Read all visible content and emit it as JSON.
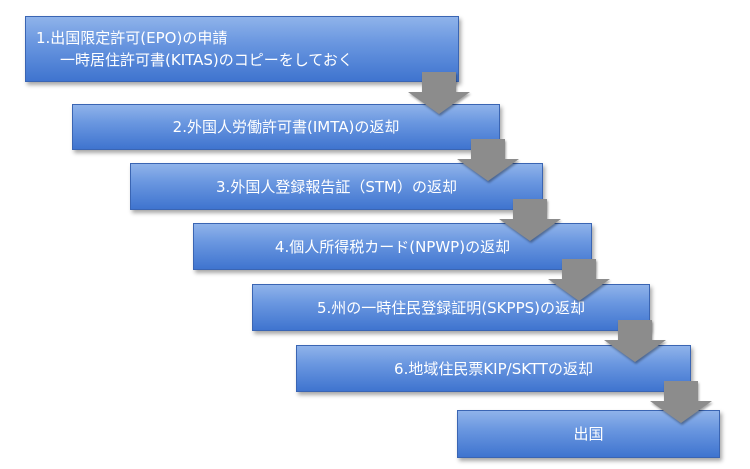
{
  "diagram": {
    "steps": [
      {
        "label_line1": "1.出国限定許可(EPO)の申請",
        "label_line2": "一時居住許可書(KITAS)のコピーをしておく"
      },
      {
        "label": "2.外国人労働許可書(IMTA)の返却"
      },
      {
        "label": "3.外国人登録報告証（STM）の返却"
      },
      {
        "label": "4.個人所得税カード(NPWP)の返却"
      },
      {
        "label": "5.州の一時住民登録証明(SKPPS)の返却"
      },
      {
        "label": "6.地域住民票KIP/SKTTの返却"
      },
      {
        "label": "出国"
      }
    ],
    "colors": {
      "box_top": "#8fb3ea",
      "box_bottom": "#3f74cf",
      "arrow": "#8c8c8c",
      "text": "#ffffff"
    }
  }
}
